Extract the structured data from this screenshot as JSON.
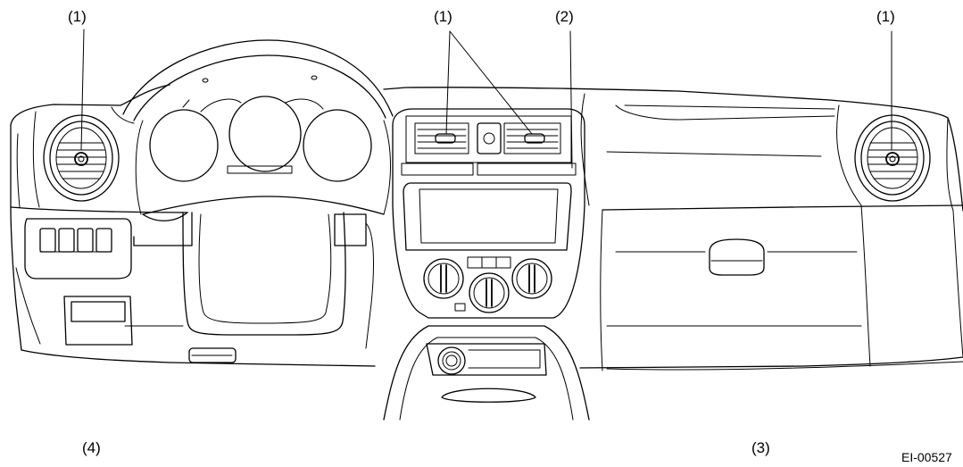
{
  "callouts": {
    "left_vent": "(1)",
    "center_vents": "(1)",
    "center_panel": "(2)",
    "right_vent": "(1)",
    "glove_box": "(3)",
    "lower_left_panel": "(4)"
  },
  "figure_code": "EI-00527",
  "colors": {
    "line": "#000000",
    "background": "#ffffff"
  }
}
